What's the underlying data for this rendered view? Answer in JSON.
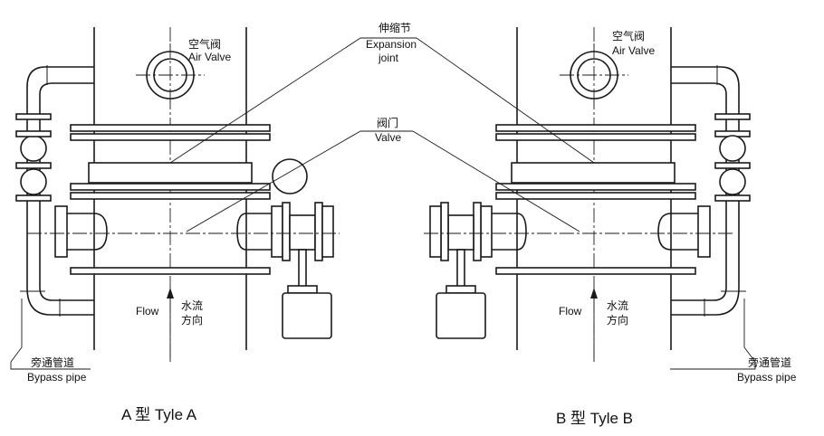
{
  "labels": {
    "air_valve_cn": "空气阀",
    "air_valve_en": "Air Valve",
    "expansion_cn": "伸缩节",
    "expansion_en_1": "Expansion",
    "expansion_en_2": "joint",
    "valve_cn": "阀门",
    "valve_en": "Valve",
    "flow_en": "Flow",
    "flow_cn_1": "水流",
    "flow_cn_2": "方向",
    "bypass_cn": "旁通管道",
    "bypass_en": "Bypass pipe"
  },
  "captions": {
    "type_a": "A 型  Tyle A",
    "type_b": "B 型  Tyle B"
  }
}
